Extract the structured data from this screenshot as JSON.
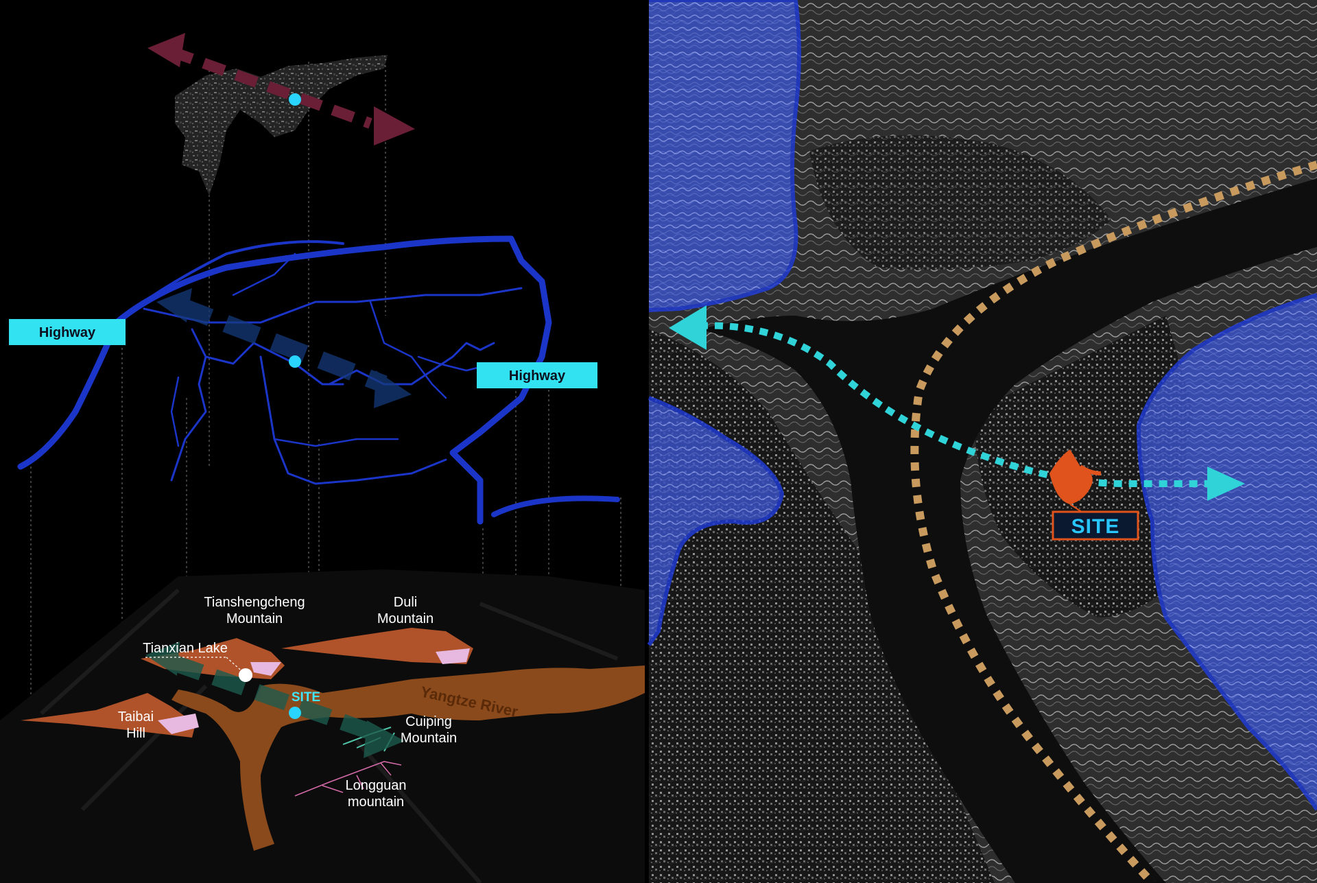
{
  "left_panel": {
    "highway_labels": [
      "Highway",
      "Highway"
    ],
    "mountains": {
      "tianshengcheng": [
        "Tianshengcheng",
        "Mountain"
      ],
      "duli": [
        "Duli",
        "Mountain"
      ],
      "taibai": [
        "Taibai",
        "Hill"
      ],
      "cuiping": [
        "Cuiping",
        "Mountain"
      ],
      "longguan": [
        "Longguan",
        "mountain"
      ]
    },
    "lake": "Tianxian Lake",
    "river": "Yangtze River",
    "site": "SITE"
  },
  "right_panel": {
    "site": "SITE"
  },
  "colors": {
    "highway_fill": "#33e2f0",
    "road_blue": "#1a35c8",
    "river_brown": "#8a4a1c",
    "mountain_orange": "#b0522a",
    "arrow_maroon": "#6a1f37",
    "arrow_teal": "#2fd3d8",
    "ring_tan": "#c89a5e",
    "site_orange": "#e0531c",
    "blue_overlay": "#3a52d6"
  },
  "icons": [
    "site-dot-icon",
    "direction-arrow-icon",
    "mountain-icon"
  ]
}
